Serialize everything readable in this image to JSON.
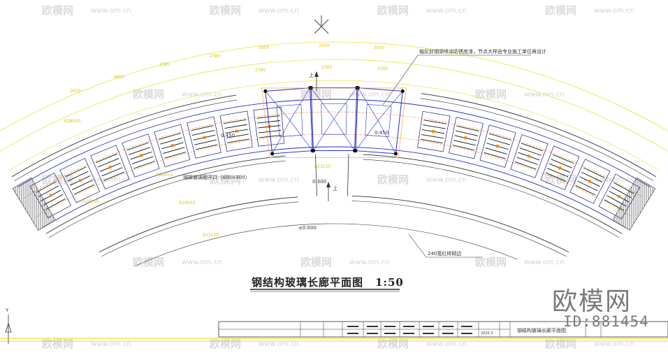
{
  "drawing": {
    "title": "钢结构玻璃长廊平面图",
    "scale": "1:50",
    "note_top": "轴反封钢梁喷涂防锈底漆，节点大样由专业施工单位再设计",
    "note_wall": "240宽红砖砌边",
    "note_left": "钢架玻璃棚开口（400×400）",
    "up_label": "上",
    "dims_top": [
      "3050",
      "3050",
      "3050",
      "2385",
      "2385",
      "2650",
      "2650"
    ],
    "dims_top_sub": [
      "2395",
      "2395",
      "2395"
    ],
    "dims_radius": [
      "R28050",
      "R26050",
      "R24050",
      "R22150",
      "R23150"
    ],
    "levels": [
      "0.450",
      "0.450",
      "0.300",
      "±0.000"
    ],
    "coord_axis": "Y",
    "north_mark": "north-arrow"
  },
  "titleblock": {
    "date": "2020.3",
    "sheet_name": "钢结构玻璃长廊平面图",
    "id_small": "ID:881454"
  },
  "watermark": {
    "text": "欧模网",
    "url": "www.om.cn"
  },
  "brand": {
    "name": "欧模网",
    "id": "ID:881454"
  },
  "colors": {
    "steel": "#2a2ad0",
    "yellow_dim": "#e6d800",
    "orange": "#ff8000",
    "wall": "#333333"
  }
}
